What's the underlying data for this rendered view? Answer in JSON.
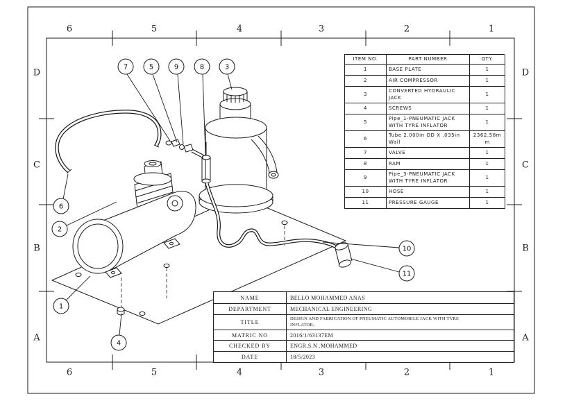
{
  "grid": {
    "cols": [
      "6",
      "5",
      "4",
      "3",
      "2",
      "1"
    ],
    "rows": [
      "D",
      "C",
      "B",
      "A"
    ]
  },
  "balloons": [
    "7",
    "5",
    "9",
    "8",
    "3",
    "6",
    "2",
    "1",
    "4",
    "10",
    "11"
  ],
  "parts_table": {
    "headers": {
      "item": "ITEM NO.",
      "part": "PART NUMBER",
      "qty": "QTY."
    },
    "rows": [
      {
        "item": "1",
        "part": "BASE PLATE",
        "qty": "1"
      },
      {
        "item": "2",
        "part": "AIR COMPRESSOR",
        "qty": "1"
      },
      {
        "item": "3",
        "part": "CONVERTED HYDRAULIC JACK",
        "qty": "1"
      },
      {
        "item": "4",
        "part": "SCREWS",
        "qty": "1"
      },
      {
        "item": "5",
        "part": "Pipe_1-PNEUMATIC JACK WITH TYRE INFLATOR",
        "qty": "1"
      },
      {
        "item": "6",
        "part": "Tube 2.000in OD X .035in Wall",
        "qty": "2362.58mm"
      },
      {
        "item": "7",
        "part": "VALVE",
        "qty": "1"
      },
      {
        "item": "8",
        "part": "RAM",
        "qty": "1"
      },
      {
        "item": "9",
        "part": "Pipe_3-PNEUMATIC JACK WITH TYRE INFLATOR",
        "qty": "1"
      },
      {
        "item": "10",
        "part": "HOSE",
        "qty": "1"
      },
      {
        "item": "11",
        "part": "PRESSURE GAUGE",
        "qty": "1"
      }
    ]
  },
  "title_block": {
    "rows": [
      {
        "label": "NAME",
        "value": "BELLO MOHAMMED ANAS"
      },
      {
        "label": "DEPARTMENT",
        "value": "MECHANICAL ENGINEERING"
      },
      {
        "label": "TITLE",
        "value": "DESIGN AND FABRICATION OF PNEUMATIC AUTOMOBILE JACK WITH TYRE INFLATOR."
      },
      {
        "label": "MATRIC NO",
        "value": "2016/1/63137EM"
      },
      {
        "label": "CHECKED BY",
        "value": "ENGR.S.N .MOHAMMED"
      },
      {
        "label": "DATE",
        "value": "18/5/2023"
      }
    ]
  }
}
